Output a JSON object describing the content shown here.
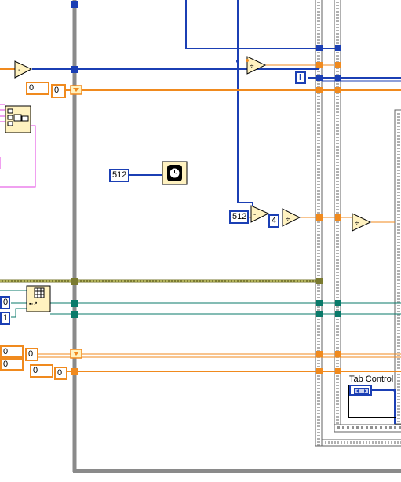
{
  "constants": {
    "left_zero_1": "0",
    "left_zero_2": "0",
    "wait_ms": "512",
    "divide_in": "512",
    "divisor": "4",
    "index_zero": "0",
    "index_one": "1",
    "bottom_zero_1": "0",
    "bottom_zero_2": "0",
    "bottom_zero_3": "0",
    "bottom_zero_4": "0",
    "bottom_zero_5": "0",
    "iteration": "i"
  },
  "tab_control": {
    "label": "Tab Control"
  },
  "wire_colors": {
    "integer": "#1b3fb4",
    "float": "#f08a1e",
    "cluster": "#c0c08a",
    "boolean": "#0a7a6a",
    "string": "#e040e0",
    "frame": "#8a8a8a"
  }
}
